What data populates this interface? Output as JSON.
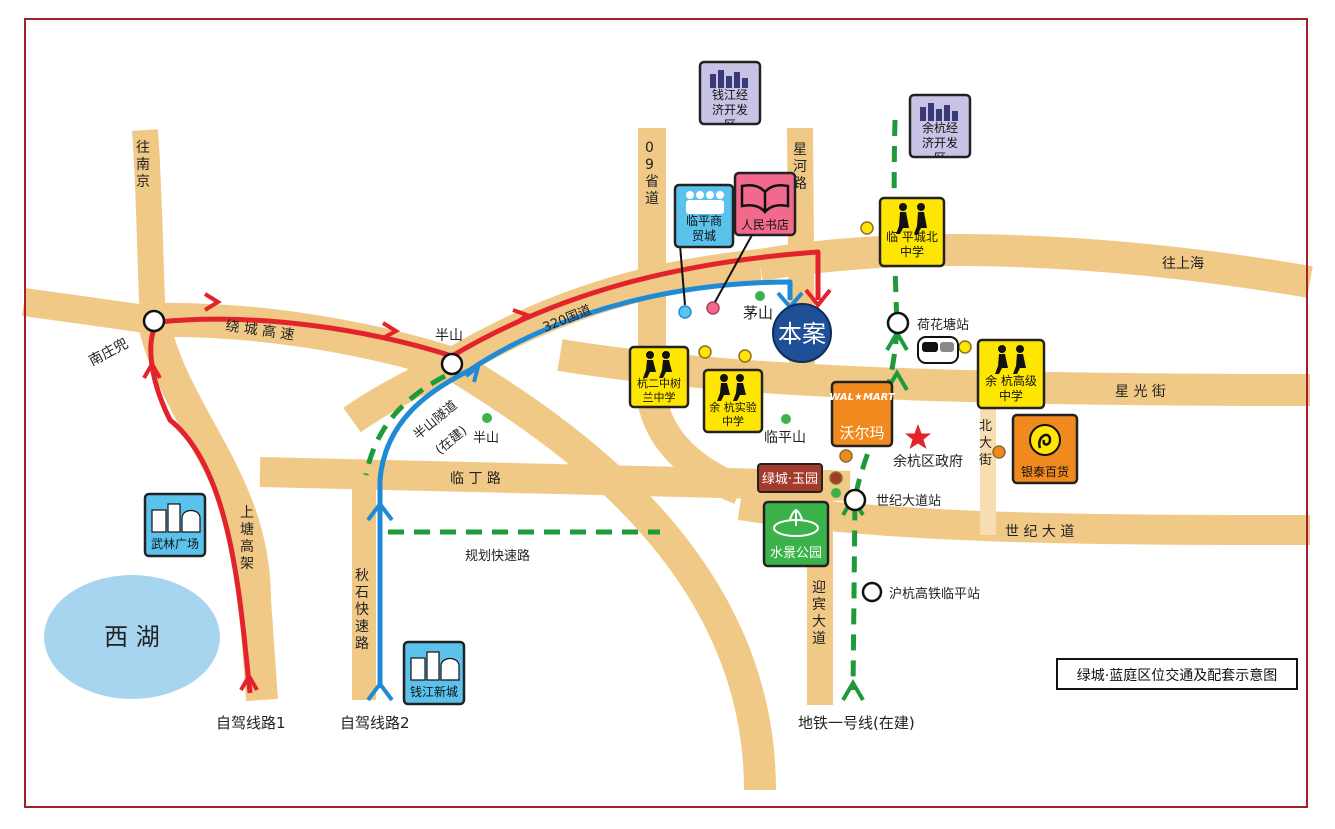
{
  "title": "绿城·蓝庭区位交通及配套示意图",
  "colors": {
    "road": "#f1c987",
    "route_red": "#e3232b",
    "route_blue": "#1f8ad6",
    "metro": "#1f9a3a",
    "lake": "#a7d5f0",
    "poi_yellow": "#ffe600",
    "poi_blue": "#5bc2ec",
    "poi_pink": "#f16a8c",
    "poi_orange": "#f08a1e",
    "poi_green": "#3cb34a",
    "poi_brown": "#a33b2c",
    "poi_lavender": "#c9c4e6",
    "bencase": "#1e4f97",
    "border": "#a3222a"
  },
  "lake": {
    "label": "西 湖"
  },
  "roads": {
    "nanjing": "往南京",
    "shanghai": "往上海",
    "raocheng": "绕 城 高 速",
    "guodao320": "320国道",
    "shengdao09": "09省道",
    "xinghe": "星河路",
    "xingguang": "星 光 街",
    "linding": "临 丁 路",
    "shiji": "世 纪 大 道",
    "shangtang": "上塘高架",
    "qiushi": "秋石快速路",
    "yingbin": "迎宾大道",
    "beida": "北大街",
    "banshan_tunnel": "半山隧道",
    "zaijian": "(在建)",
    "planned": "规划快速路"
  },
  "places": {
    "nanzhuangdou": "南庄兜",
    "banshan1": "半山",
    "banshan2": "半山",
    "maoshan": "茅山",
    "linpingshan": "临平山",
    "yuhang_gov": "余杭区政府",
    "hehuatang": "荷花塘站",
    "shijidadao_station": "世纪大道站",
    "hsr_station": "沪杭高铁临平站"
  },
  "pois": {
    "qianjiang_dev": "钱江经济开发区",
    "yuhang_dev": "余杭经济开发区",
    "linping_market": "临平商贸城",
    "bookstore": "人民书店",
    "chengbei": "临 平城北中学",
    "hangerzhong": "杭二中树兰中学",
    "yuhang_exp": "余 杭实验中学",
    "yuhang_high": "余 杭高级中学",
    "walmart_en": "WAL★MART",
    "walmart_cn": "沃尔玛",
    "yintai": "银泰百货",
    "lvcheng_yuyuan": "绿城·玉园",
    "water_park": "水景公园",
    "wulin_square": "武林广场",
    "qianjiang_newcity": "钱江新城"
  },
  "bencase": "本案",
  "legend": {
    "route1": "自驾线路1",
    "route2": "自驾线路2",
    "metro1": "地铁一号线(在建)"
  }
}
